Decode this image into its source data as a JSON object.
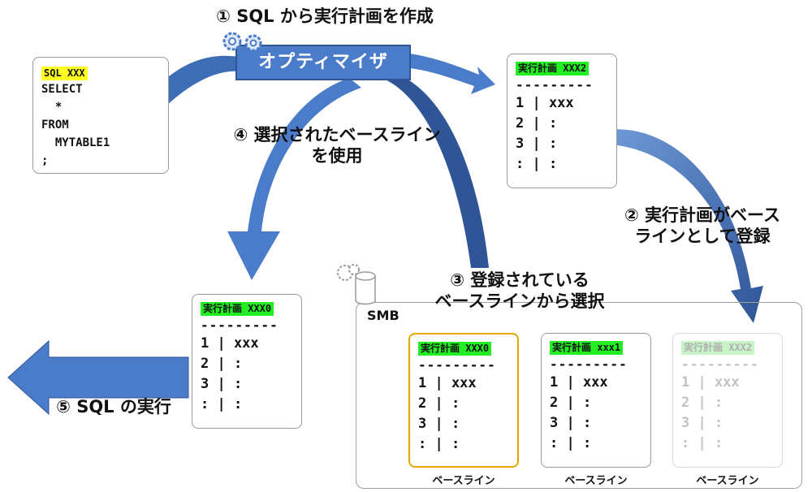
{
  "title": "① SQL から実行計画を作成",
  "optimizer": "オプティマイザ",
  "step2": [
    "② 実行計画がベース",
    "ラインとして登録"
  ],
  "step3": [
    "③ 登録されている",
    "ベースラインから選択"
  ],
  "step4": [
    "④ 選択されたベースライン",
    "を使用"
  ],
  "step5": "⑤ SQL の実行",
  "sql_box": {
    "header": "SQL XXX",
    "lines": [
      "SELECT",
      "  *",
      "FROM",
      "  MYTABLE1",
      ";"
    ]
  },
  "plan_top_right": {
    "header": "実行計画 XXX2",
    "separator": "---------",
    "rows": [
      "1 | xxx",
      "2 | :",
      "3 | :",
      ": | :"
    ]
  },
  "plan_selected": {
    "header": "実行計画 XXX0",
    "separator": "---------",
    "rows": [
      "1 | xxx",
      "2 | :",
      "3 | :",
      ": | :"
    ]
  },
  "smb": {
    "label": "SMB",
    "plans": [
      {
        "header": "実行計画 XXX0",
        "separator": "---------",
        "rows": [
          "1 | xxx",
          "2 | :",
          "3 | :",
          ": | :"
        ],
        "caption": "ベースライン",
        "highlight": "#e5a800"
      },
      {
        "header": "実行計画 xxx1",
        "separator": "---------",
        "rows": [
          "1 | xxx",
          "2 | :",
          "3 | :",
          ": | :"
        ],
        "caption": "ベースライン"
      },
      {
        "header": "実行計画 XXX2",
        "separator": "---------",
        "rows": [
          "1 | xxx",
          "2 | :",
          "3 | :",
          ": | :"
        ],
        "caption": "ベースライン",
        "faded": true
      }
    ]
  },
  "colors": {
    "arrow": "#4a7cc9",
    "arrow_dark": "#2f5597",
    "header_sql": "#ffff22",
    "header_plan": "#22ee22",
    "selected_border": "#e5a800"
  }
}
